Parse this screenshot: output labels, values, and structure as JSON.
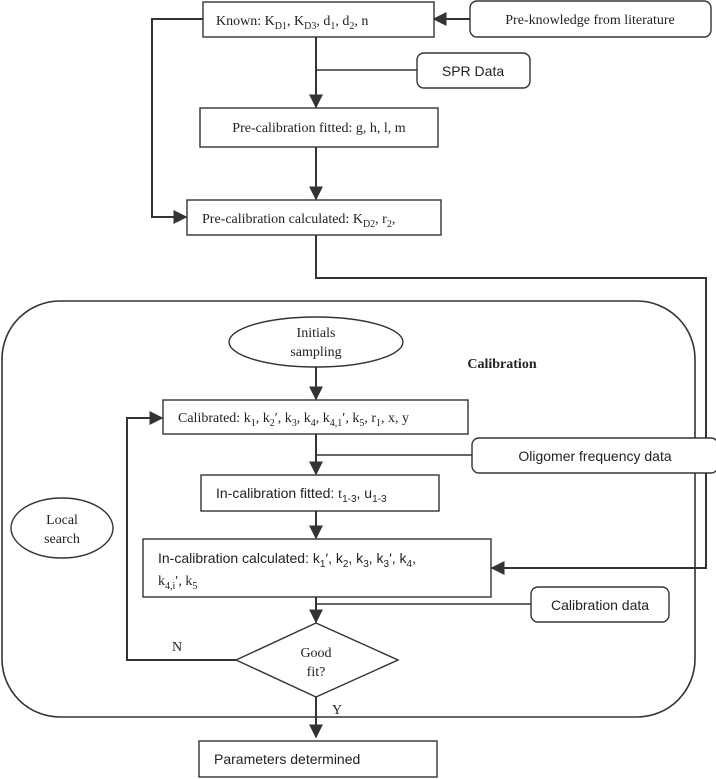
{
  "nodes": {
    "known": {
      "prefix": "Known: K",
      "d1": "D1",
      "sep1": ", K",
      "d3": "D3",
      "sep2": ", d",
      "s1": "1",
      "sep3": ", d",
      "s2": "2",
      "suffix": ", n"
    },
    "pre_knowledge": {
      "label": "Pre-knowledge from literature"
    },
    "spr_data": {
      "label": "SPR Data"
    },
    "pre_fitted": {
      "label": "Pre-calibration fitted: g, h, l, m"
    },
    "pre_calculated": {
      "prefix": "Pre-calibration calculated: K",
      "d2": "D2",
      "sep": ", r",
      "r2": "2",
      "suffix": ","
    },
    "initials": {
      "line1": "Initials",
      "line2": "sampling"
    },
    "calibration_title": {
      "label": "Calibration"
    },
    "calibrated": {
      "t0": "Calibrated: k",
      "s1": "1",
      "t1": ", k",
      "s2": "2",
      "t2": "′, k",
      "s3": "3",
      "t3": ", k",
      "s4": "4",
      "t4": ", k",
      "s41": "4,1",
      "t5": "′, k",
      "s5": "5",
      "t6": ", r",
      "sr1": "1",
      "t7": ", x, y"
    },
    "oligomer": {
      "label": "Oligomer frequency data"
    },
    "in_fitted": {
      "prefix": "In-calibration fitted: ",
      "t": "t",
      "st": "1-3",
      "sep": ", u",
      "su": "1-3"
    },
    "local_search": {
      "line1": "Local",
      "line2": "search"
    },
    "in_calculated": {
      "t0": "In-calibration calculated: k",
      "s1": "1",
      "t1": "′, k",
      "s2": "2",
      "t2": ", k",
      "s3": "3",
      "t3": ", k",
      "s3b": "3",
      "t4": "′, k",
      "s4": "4",
      "t5": ",",
      "l2a": "k",
      "s4i": "4,i",
      "l2b": "′, k",
      "s5": "5"
    },
    "calibration_data": {
      "label": "Calibration data"
    },
    "decision": {
      "line1": "Good",
      "line2": "fit?",
      "no_label": "N",
      "yes_label": "Y"
    },
    "parameters": {
      "label": "Parameters determined"
    }
  }
}
